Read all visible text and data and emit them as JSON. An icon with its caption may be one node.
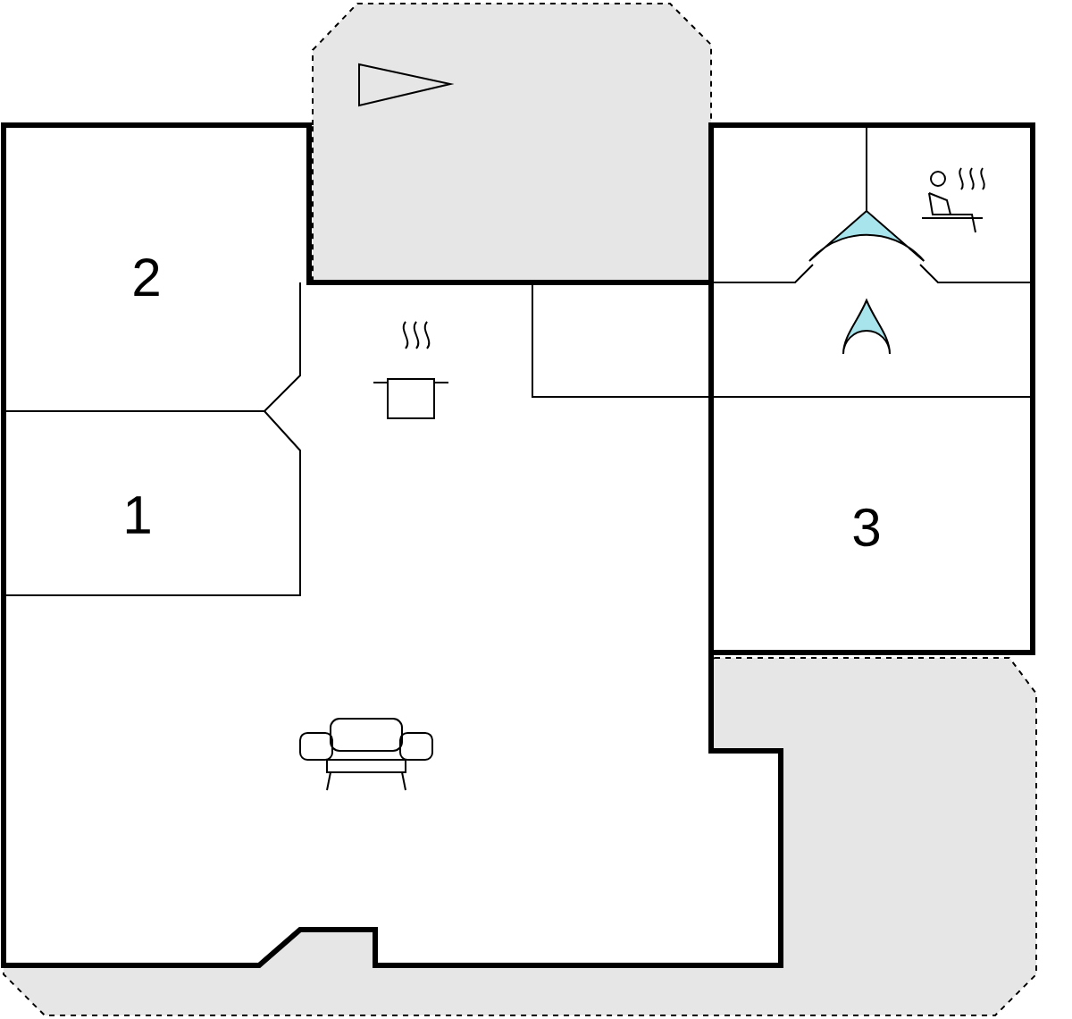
{
  "diagram": {
    "labels": [
      "2",
      "1",
      "3"
    ]
  }
}
